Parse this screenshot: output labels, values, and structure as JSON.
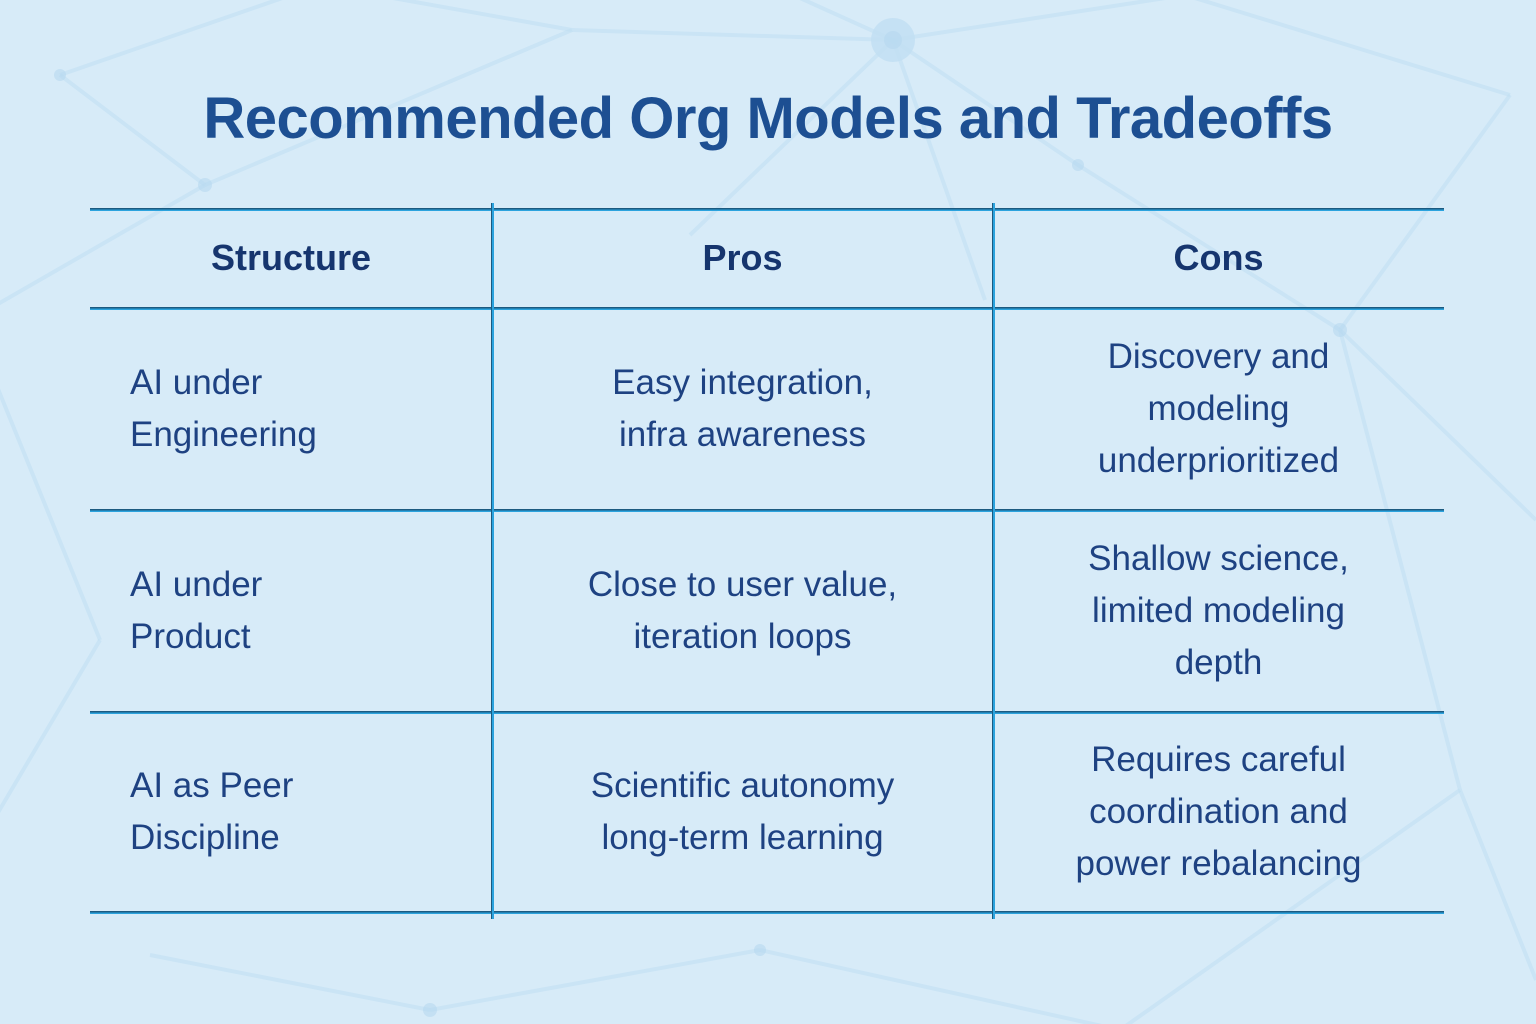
{
  "title": "Recommended Org Models and Tradeoffs",
  "colors": {
    "background": "#d7ebf8",
    "title_text": "#1d4f92",
    "header_text": "#16356e",
    "body_text": "#1e4282",
    "line_dark": "#1c5a80",
    "line_bright": "#2ba3de",
    "pattern_line": "#c0dff3",
    "pattern_node": "#b4d7ee"
  },
  "table": {
    "headers": [
      "Structure",
      "Pros",
      "Cons"
    ],
    "rows": [
      {
        "structure": [
          "AI under",
          "Engineering"
        ],
        "pros": [
          "Easy integration,",
          "infra awareness"
        ],
        "cons": [
          "Discovery and",
          "modeling",
          "underprioritized"
        ]
      },
      {
        "structure": [
          "AI under",
          "Product"
        ],
        "pros": [
          "Close to user value,",
          "iteration loops"
        ],
        "cons": [
          "Shallow science,",
          "limited modeling",
          "depth"
        ]
      },
      {
        "structure": [
          "AI as Peer",
          "Discipline"
        ],
        "pros": [
          "Scientific autonomy",
          "long-term learning"
        ],
        "cons": [
          "Requires careful",
          "coordination and",
          "power rebalancing"
        ]
      }
    ]
  }
}
